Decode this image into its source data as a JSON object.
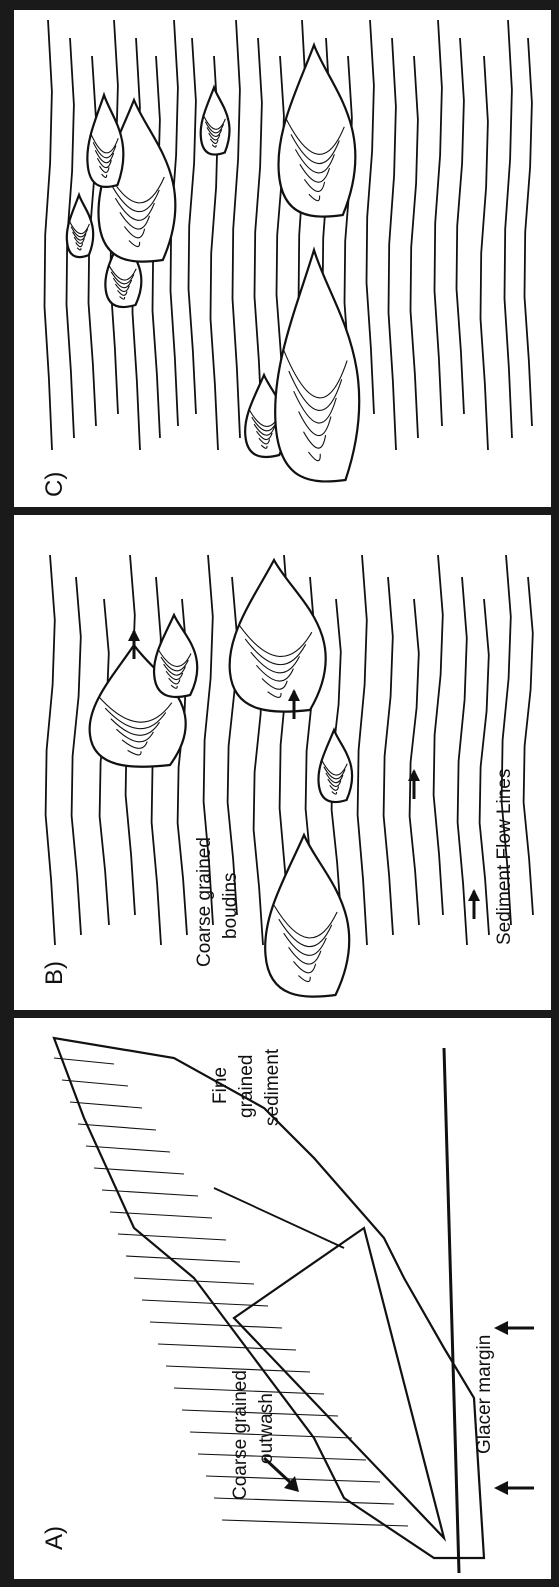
{
  "panels": {
    "a": {
      "label": "A)",
      "coarse_label_1": "Coarse grained",
      "coarse_label_2": "outwash",
      "fine_label_1": "Fine",
      "fine_label_2": "grained",
      "fine_label_3": "sediment",
      "margin_label": "Glacer margin"
    },
    "b": {
      "label": "B)",
      "boudin_label_1": "Coarse grained",
      "boudin_label_2": "boudins",
      "flow_label": "Sediment Flow Lines"
    },
    "c": {
      "label": "C)"
    }
  },
  "colors": {
    "ink": "#111111",
    "frame": "#1a1a1a",
    "paper": "#ffffff"
  }
}
